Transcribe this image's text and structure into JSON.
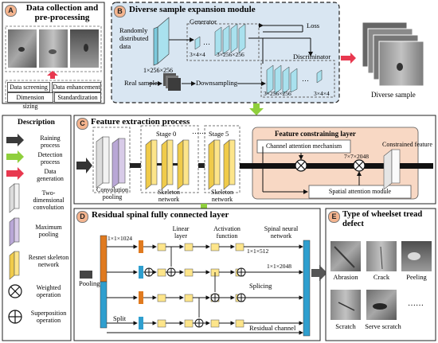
{
  "panelA": {
    "letter": "A",
    "title_line1": "Data collection and",
    "title_line2": "pre-processing",
    "steps": [
      "Data screening",
      "Data enhancement",
      "Dimension sizing",
      "Standardization"
    ]
  },
  "panelB": {
    "letter": "B",
    "title": "Diverse sample expansion module",
    "random_data_line1": "Randomly",
    "random_data_line2": "distributed",
    "random_data_line3": "data",
    "random_dim": "1×256×256",
    "generator": "Generator",
    "gen_dim1": "3×4×4",
    "gen_dim2": "3×256×256",
    "loss": "Loss",
    "discriminator": "Discriminator",
    "real_sample": "Real sample",
    "downsampling": "Downsampling",
    "disc_dim1": "3×256×256",
    "disc_dim2": "3×4×4",
    "diverse_sample": "Diverse sample"
  },
  "legend": {
    "title": "Description",
    "items": [
      {
        "label": "Raining process",
        "icon": "dark-arrow"
      },
      {
        "label": "Detection process",
        "icon": "green-arrow"
      },
      {
        "label": "Data generation",
        "icon": "red-arrow"
      },
      {
        "label": "Two-dimensional convolution",
        "icon": "conv-block"
      },
      {
        "label": "Maximum pooling",
        "icon": "pool-block"
      },
      {
        "label": "Resnet skeleton network",
        "icon": "resnet-block"
      },
      {
        "label": "Weighted operation",
        "icon": "circle-x"
      },
      {
        "label": "Superposition operation",
        "icon": "circle-plus"
      }
    ]
  },
  "panelC": {
    "letter": "C",
    "title": "Feature extraction process",
    "conv_pool": "Convolution pooling",
    "stage0": "Stage 0",
    "stage5": "Stage 5",
    "ellipsis": "……",
    "skeleton_line1": "Skeleton",
    "skeleton_line2": "network",
    "fcl_title": "Feature constraining layer",
    "channel_attention": "Channel attention mechanism",
    "spatial_attention": "Spatial attention module",
    "dim": "7×7×2048",
    "constrained": "Constrained feature"
  },
  "panelD": {
    "letter": "D",
    "title": "Residual spinal fully connected layer",
    "dim1": "1×1×1024",
    "linear_line1": "Linear",
    "linear_line2": "layer",
    "activation_line1": "Activation",
    "activation_line2": "function",
    "spinal_line1": "Spinal neural",
    "spinal_line2": "network",
    "dim2": "1×1×512",
    "dim3": "1×1×2048",
    "pooling": "Pooling",
    "splicing": "Splicing",
    "split": "Split",
    "residual": "Residual channel"
  },
  "panelE": {
    "letter": "E",
    "title_line1": "Type of wheelset tread",
    "title_line2": "defect",
    "defects": [
      "Abrasion",
      "Crack",
      "Peeling",
      "Scratch",
      "Serve scratch"
    ],
    "more": "……"
  },
  "colors": {
    "panelB_bg": "#d9e6f2",
    "fcl_bg": "#f8d8c4",
    "teal_block": "#a9e1ee",
    "yellow_block": "#fde58a",
    "purple_block": "#d8cbe8",
    "orange": "#e07a1f",
    "blue": "#2f9fcf",
    "green_arrow": "#8fcf3c",
    "red_arrow": "#e8384f",
    "tag_bg": "#f5b58f"
  }
}
